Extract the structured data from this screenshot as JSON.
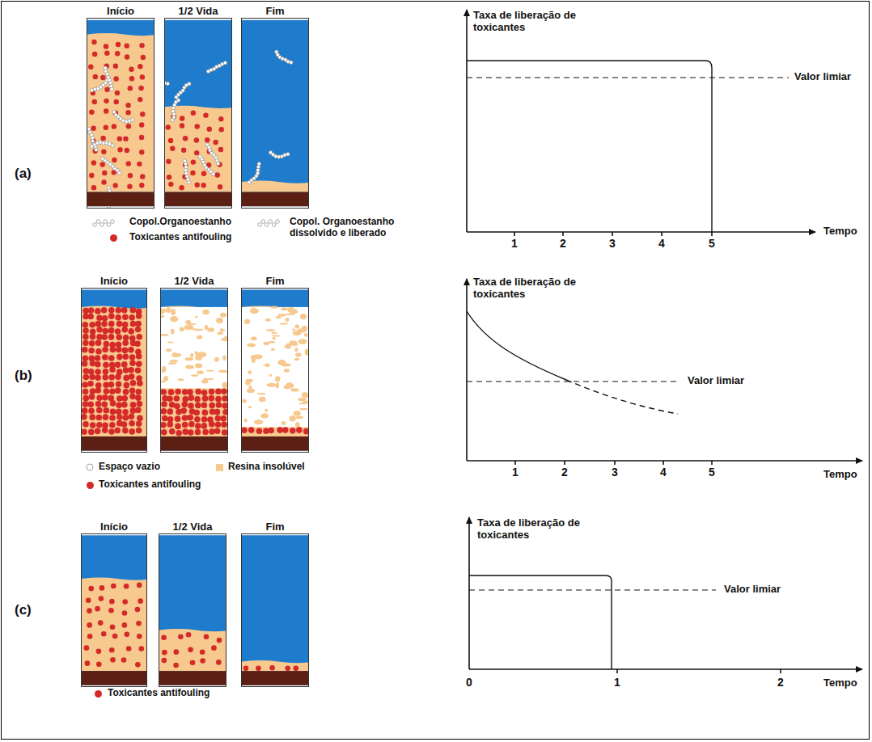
{
  "diagram": {
    "nodes": [
      {
        "text": [
          "Início"
        ]
      },
      {
        "text": [
          "1/2 Vida"
        ]
      },
      {
        "text": [
          "Fim"
        ]
      },
      {
        "text": [
          "Início"
        ]
      },
      {
        "text": [
          "1/2 Vida"
        ]
      },
      {
        "text": [
          "Fim"
        ]
      },
      {
        "text": [
          "Início"
        ]
      },
      {
        "text": [
          "1/2 Vida"
        ]
      },
      {
        "text": [
          "Fim"
        ]
      }
    ],
    "labels": [
      "(a)",
      "Taxa de liberação de toxicantes",
      "Valor limiar",
      "1",
      "2",
      "3",
      "4",
      "5",
      "Tempo",
      "(b)",
      "Taxa de liberação de toxicantes",
      "Valor limiar",
      "1",
      "2",
      "3",
      "4",
      "5",
      "Tempo",
      "(c)",
      "Taxa de liberação de toxicantes",
      "Valor limiar",
      "0",
      "1",
      "2",
      "Tempo"
    ],
    "legend": [
      {
        "text": "Copol.Organoestanho"
      },
      {
        "text": "Toxicantes antifouling",
        "color": "#d42a2a"
      },
      {
        "text": "Copol. Organoestanho dissolvido e liberado"
      },
      {
        "text": "Espaço vazio"
      },
      {
        "text": "Resina insolúvel",
        "color": "#f7c98f"
      },
      {
        "text": "Toxicantes antifouling",
        "color": "#d42a2a"
      },
      {
        "text": "Toxicantes antifouling",
        "color": "#d42a2a"
      }
    ]
  }
}
